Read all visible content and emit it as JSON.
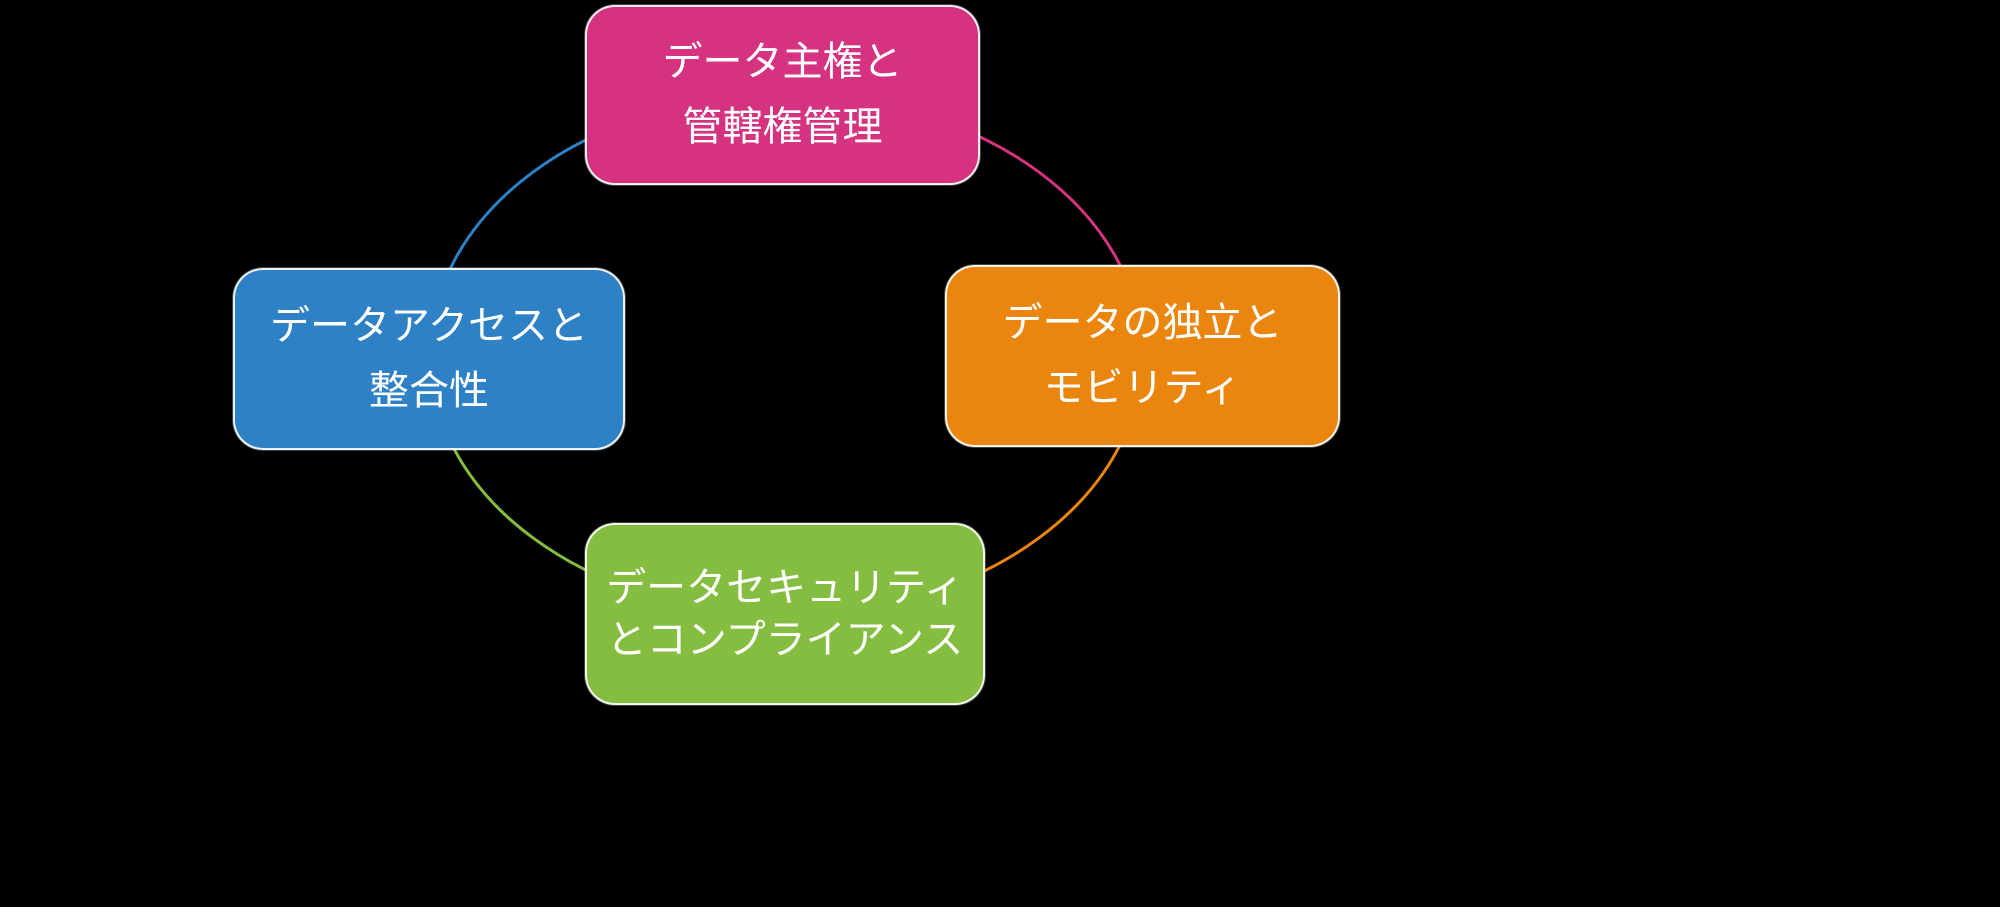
{
  "diagram": {
    "type": "cycle",
    "background_color": "#000000",
    "text_color": "#ffffff",
    "nodes": [
      {
        "id": "data-sovereignty",
        "position": "top",
        "color": "#d53380",
        "lines": [
          "データ主権と",
          "管轄権管理"
        ]
      },
      {
        "id": "data-independence-mobility",
        "position": "right",
        "color": "#ea850d",
        "lines": [
          "データの独立と",
          "モビリティ"
        ]
      },
      {
        "id": "data-security-compliance",
        "position": "bottom",
        "color": "#84bd3f",
        "lines": [
          "データセキュリティ",
          "とコンプライアンス"
        ]
      },
      {
        "id": "data-access-integrity",
        "position": "left",
        "color": "#2e81c4",
        "lines": [
          "データアクセスと",
          "整合性"
        ]
      }
    ],
    "connectors": [
      {
        "from": "left",
        "to": "top",
        "color": "#2e81c4"
      },
      {
        "from": "top",
        "to": "right",
        "color": "#d53380"
      },
      {
        "from": "right",
        "to": "bottom",
        "color": "#ea850d"
      },
      {
        "from": "bottom",
        "to": "left",
        "color": "#84bd3f"
      }
    ]
  }
}
